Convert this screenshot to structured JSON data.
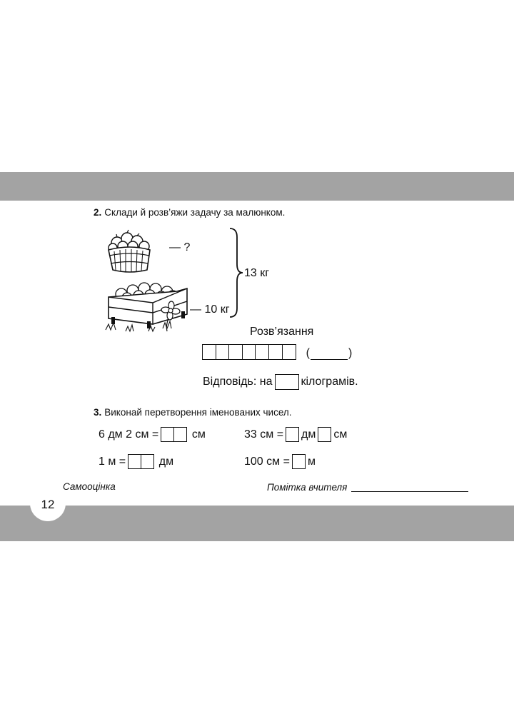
{
  "page_number": "12",
  "task2": {
    "number": "2.",
    "title": "Склади й розв’яжи задачу за малюнком.",
    "basket_label": "— ?",
    "crate_label": "— 10 кг",
    "total_label": "13 кг",
    "solution_heading": "Розв’язання",
    "solution_cells": 7,
    "paren_open": "(",
    "paren_close": ")",
    "answer_prefix": "Відповідь: на",
    "answer_suffix": "кілограмів."
  },
  "task3": {
    "number": "3.",
    "title": "Виконай перетворення іменованих чисел.",
    "eq1_left": "6 дм 2 см =",
    "eq1_unit": "см",
    "eq2_left": "33 см =",
    "eq2_unit1": "дм",
    "eq2_unit2": "см",
    "eq3_left": "1 м =",
    "eq3_unit": "дм",
    "eq4_left": "100 см =",
    "eq4_unit": "м"
  },
  "footer": {
    "self_assessment": "Самооцінка",
    "teacher_note": "Помітка вчителя"
  }
}
